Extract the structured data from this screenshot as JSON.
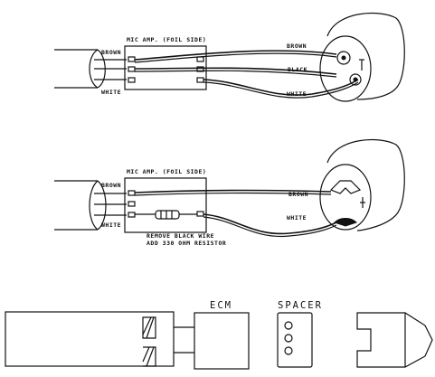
{
  "diagram1": {
    "board_label": "MIC AMP. (FOIL SIDE)",
    "left_brown": "BROWN",
    "left_white": "WHITE",
    "right_brown": "BROWN",
    "right_black": "BLACK",
    "right_white": "WHITE"
  },
  "diagram2": {
    "board_label": "MIC AMP. (FOIL SIDE)",
    "left_brown": "BROWN",
    "left_white": "WHITE",
    "right_brown": "BROWN",
    "right_white": "WHITE",
    "note_line1": "REMOVE BLACK WIRE",
    "note_line2": "ADD 330 OHM RESISTOR"
  },
  "assembly": {
    "ecm_label": "ECM",
    "spacer_label": "SPACER"
  }
}
